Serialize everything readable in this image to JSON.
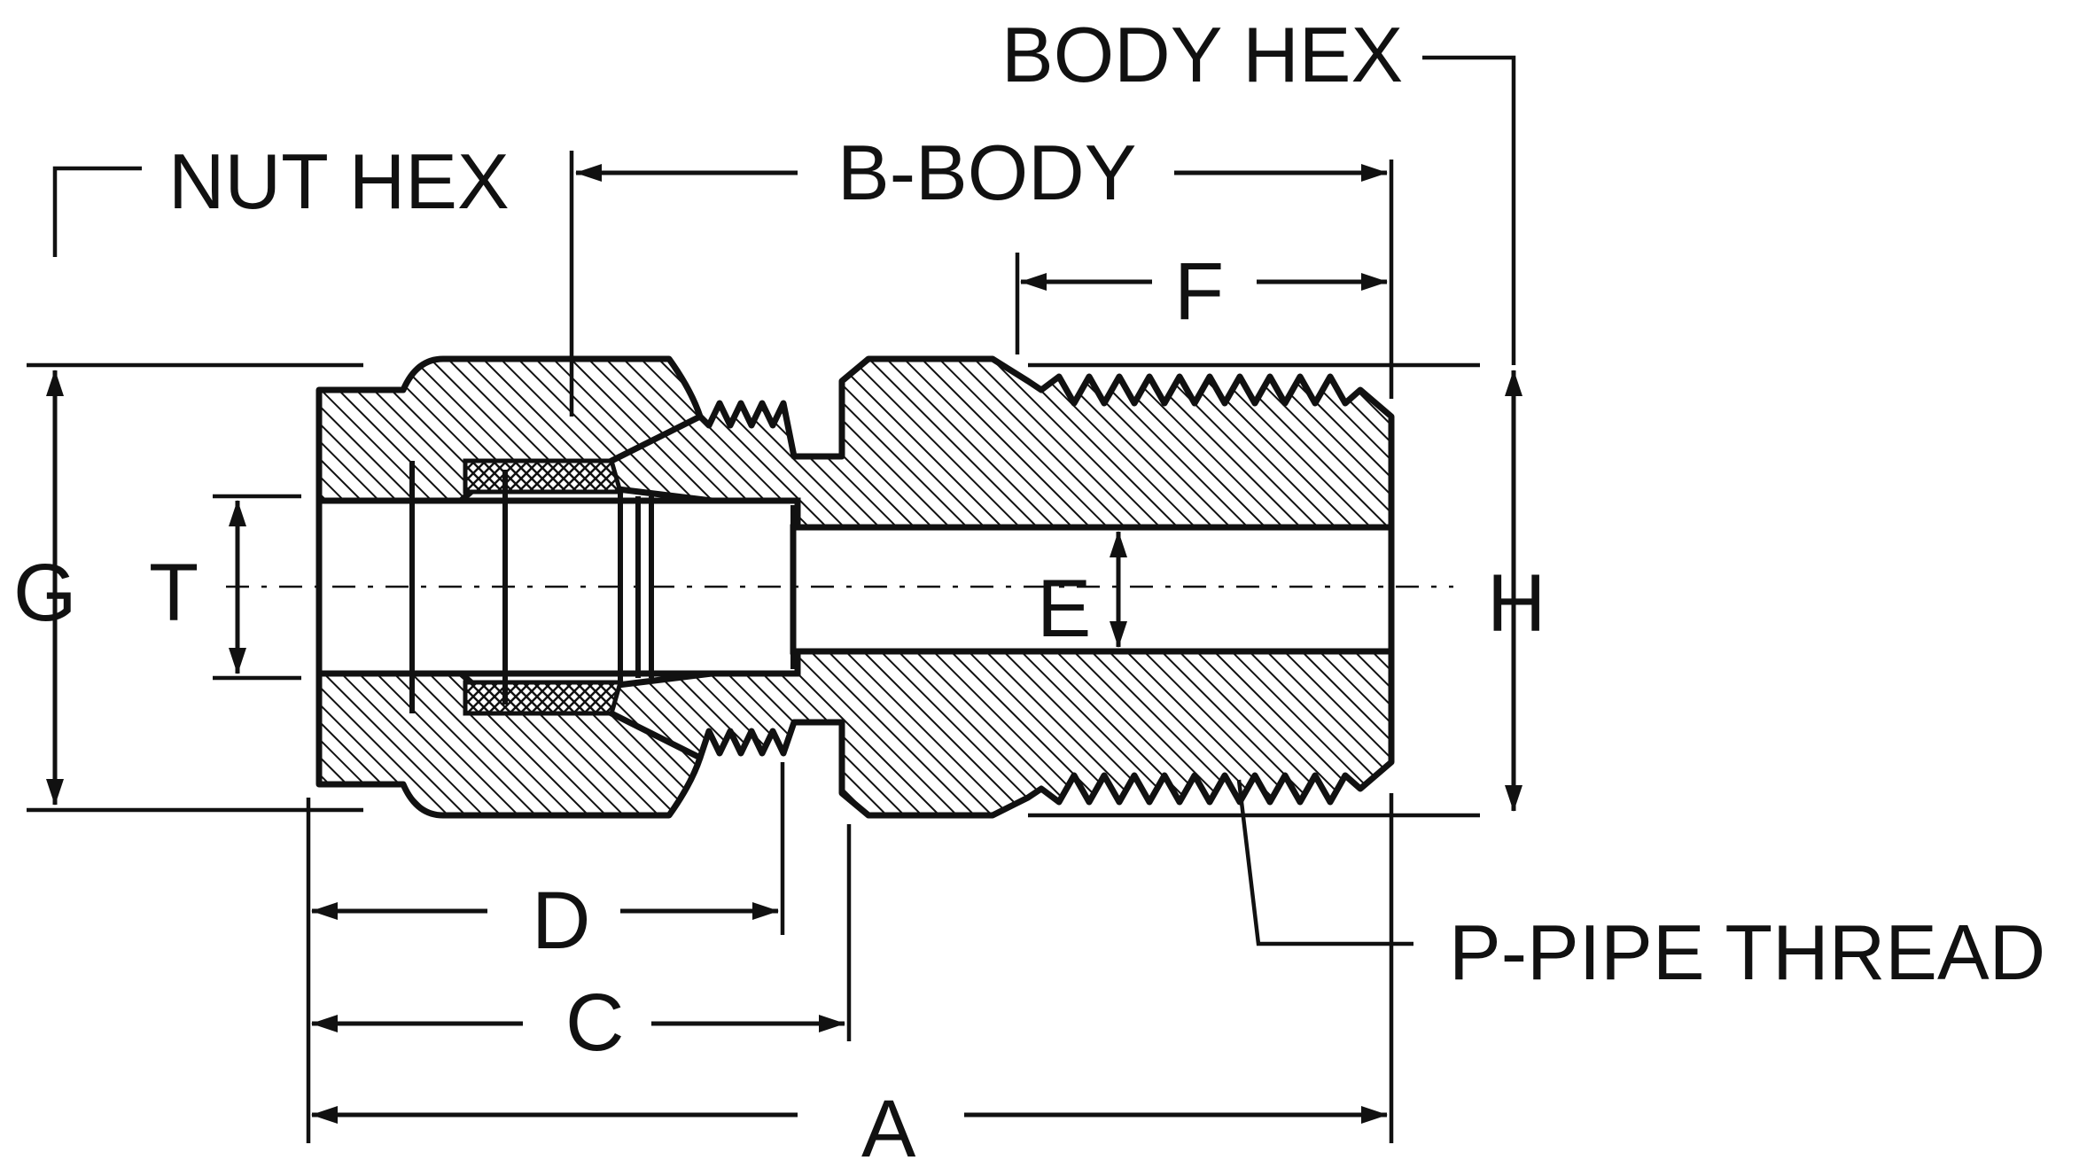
{
  "labels": {
    "body_hex": "BODY HEX",
    "nut_hex": "NUT HEX",
    "b_body": "B-BODY",
    "f": "F",
    "g": "G",
    "t": "T",
    "e": "E",
    "h": "H",
    "d": "D",
    "c": "C",
    "a": "A",
    "p_pipe_thread": "P-PIPE THREAD"
  },
  "colors": {
    "ink": "#111111",
    "paper": "#ffffff"
  }
}
